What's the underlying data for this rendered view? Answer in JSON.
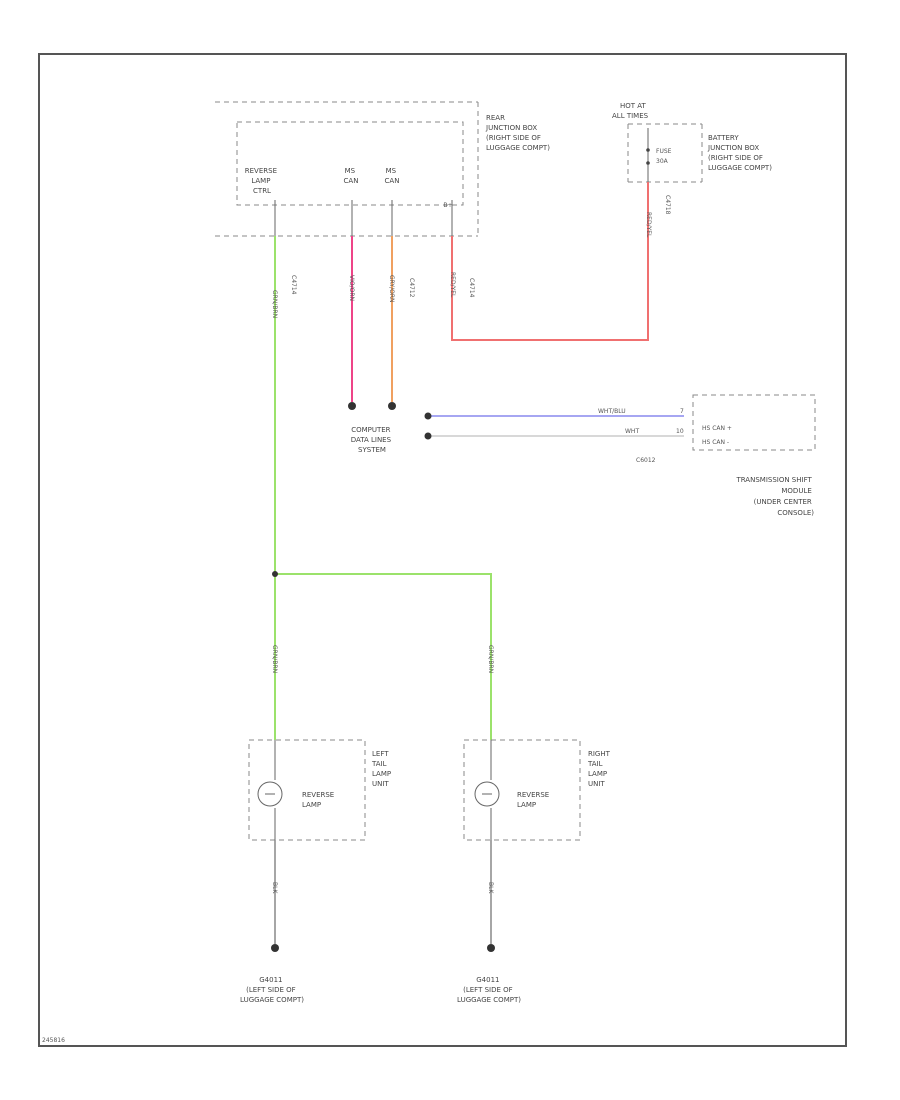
{
  "colors": {
    "green": "#9be26b",
    "red": "#f07070",
    "pink": "#ee4488",
    "orange": "#f0a060",
    "blue": "#8888ee",
    "gray": "#cccccc",
    "text": "#444444"
  },
  "rear_junction_box": {
    "label": [
      "REAR",
      "JUNCTION BOX",
      "(RIGHT SIDE OF",
      "LUGGAGE COMPT)"
    ],
    "reverse_lamp_relay": [
      "REVERSE",
      "LAMP",
      "CTRL"
    ],
    "ms_can_1": [
      "MS",
      "CAN"
    ],
    "ms_can_2": [
      "MS",
      "CAN"
    ],
    "pin_marker": "B+"
  },
  "battery_junction_box": {
    "hot_label": [
      "HOT AT",
      "ALL TIMES"
    ],
    "fuse_label": [
      "FUSE",
      "30A"
    ],
    "label": [
      "BATTERY",
      "JUNCTION BOX",
      "(RIGHT SIDE OF",
      "LUGGAGE COMPT)"
    ],
    "connector": "C4718"
  },
  "connectors": {
    "rjb_reverse": "C4714",
    "rjb_can": "C4712",
    "rjb_power": "C4714"
  },
  "wires": {
    "green_main": "GRN/BRN",
    "pink": "VIO/ORN",
    "orange": "GRY/ORN",
    "red_power": "RED/YEL",
    "red_battery": "RED/YEL",
    "blue": "WHT/BLU",
    "white": "WHT",
    "left_lamp_feed": "GRN/BRN",
    "right_lamp_feed": "GRN/BRN",
    "left_ground": "BLK",
    "right_ground": "BLK"
  },
  "computer_data_lines": [
    "COMPUTER",
    "DATA LINES",
    "SYSTEM"
  ],
  "transmission_module": {
    "pin_a": "HS CAN +",
    "pin_b": "HS CAN -",
    "pin_num_a": "7",
    "pin_num_b": "10",
    "connector": "C6012",
    "label": [
      "TRANSMISSION SHIFT",
      "MODULE",
      "(UNDER CENTER",
      "CONSOLE)"
    ]
  },
  "left_tail_lamp": {
    "unit_label": [
      "LEFT",
      "TAIL",
      "LAMP",
      "UNIT"
    ],
    "lamp_label": [
      "REVERSE",
      "LAMP"
    ]
  },
  "right_tail_lamp": {
    "unit_label": [
      "RIGHT",
      "TAIL",
      "LAMP",
      "UNIT"
    ],
    "lamp_label": [
      "REVERSE",
      "LAMP"
    ]
  },
  "left_ground": [
    "G4011",
    "(LEFT SIDE OF",
    "LUGGAGE COMPT)"
  ],
  "right_ground": [
    "G4011",
    "(LEFT SIDE OF",
    "LUGGAGE COMPT)"
  ],
  "footer_code": "245816"
}
